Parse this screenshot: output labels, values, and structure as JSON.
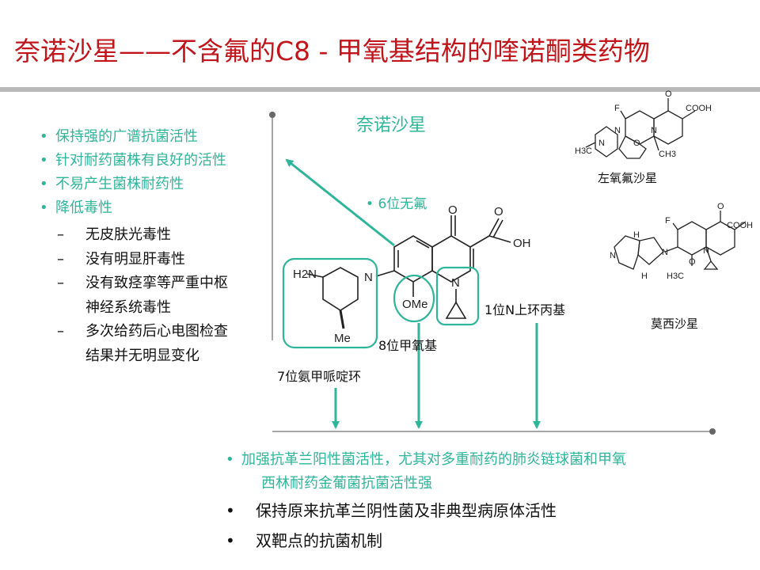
{
  "title": "奈诺沙星——不含氟的C8 - 甲氧基结构的喹诺酮类药物",
  "left_list": {
    "items": [
      "保持强的广谱抗菌活性",
      "针对耐药菌株有良好的活性",
      "不易产生菌株耐药性",
      "降低毒性"
    ],
    "sub_items": [
      "无皮肤光毒性",
      "没有明显肝毒性",
      "没有致痉挛等严重中枢",
      "神经系统毒性",
      "多次给药后心电图检查",
      "结果并无明显变化"
    ],
    "bullet": "•",
    "dash": "–"
  },
  "center": {
    "drug_name": "奈诺沙星",
    "pos6_label": "6位无氟",
    "pos1_label": "1位N上环丙基",
    "pos8_label": "8位甲氧基",
    "pos7_label": "7位氨甲哌啶环",
    "atoms": {
      "o_top": "O",
      "o_acid": "O",
      "oh": "OH",
      "nh2": "H2N",
      "n_pip": "N",
      "n_ring": "N",
      "ome": "OMe",
      "me": "Me"
    }
  },
  "right": {
    "drug1_name": "左氧氟沙星",
    "drug2_name": "莫西沙星",
    "atoms1": {
      "f": "F",
      "o": "O",
      "cooh": "COOH",
      "n1": "N",
      "n2": "N",
      "n3": "N",
      "o2": "O",
      "h3c": "H3C",
      "ch3": "CH3"
    },
    "atoms2": {
      "f": "F",
      "o": "O",
      "cooh": "COOH",
      "h1": "H",
      "h2": "H",
      "hn": "N",
      "n": "N",
      "n2": "N",
      "o2": "O",
      "h3c": "H3C"
    }
  },
  "bottom_list": {
    "items": [
      "加强抗革兰阳性菌活性，尤其对多重耐药的肺炎链球菌和甲氧",
      "西林耐药金葡菌抗菌活性强"
    ],
    "black_items": [
      "保持原来抗革兰阴性菌及非典型病原体活性",
      "双靶点的抗菌机制"
    ],
    "bullet": "•"
  },
  "colors": {
    "title": "#c0161b",
    "accent": "#2fb59a",
    "axis": "#8a8a8a"
  }
}
